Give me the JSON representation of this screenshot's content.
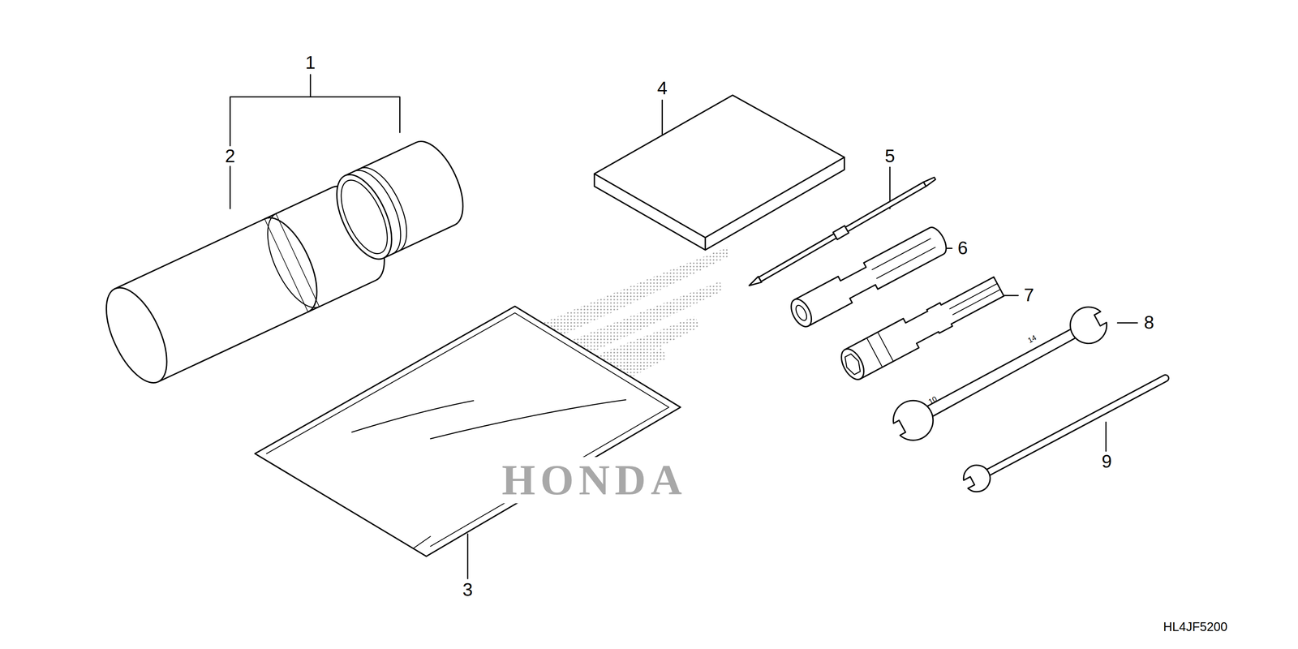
{
  "diagram": {
    "labels": [
      "1",
      "2",
      "3",
      "4",
      "5",
      "6",
      "7",
      "8",
      "9",
      "14",
      "10",
      "HONDA",
      "HL4JF5200"
    ]
  }
}
